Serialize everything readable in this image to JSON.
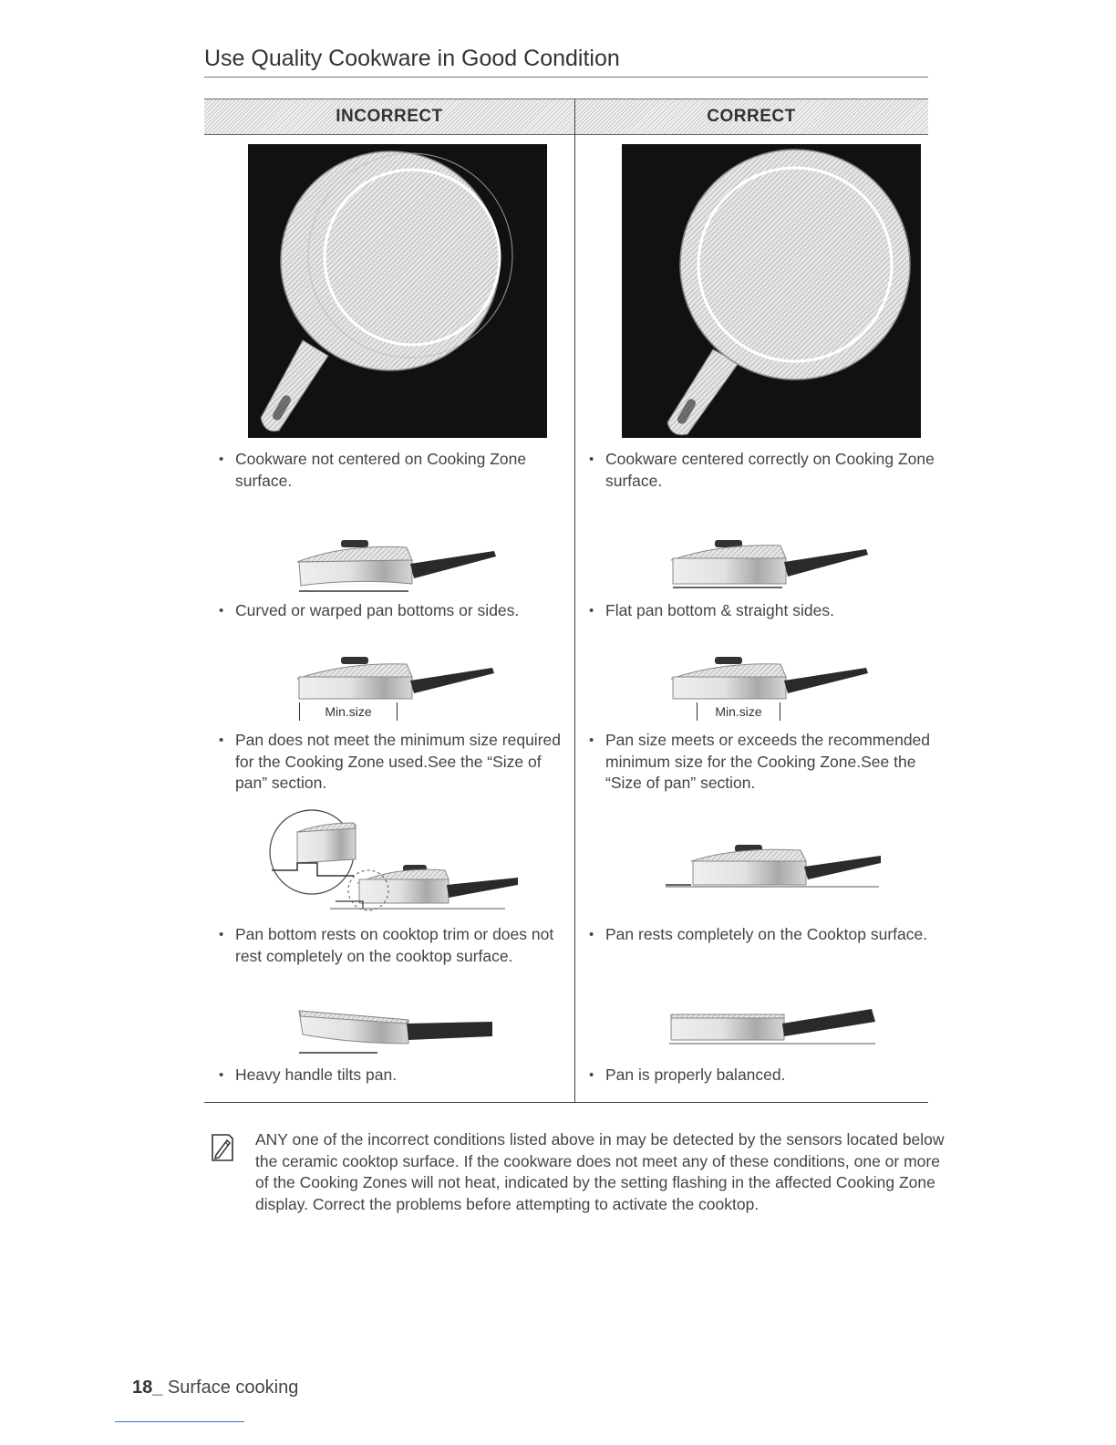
{
  "page": {
    "title": "Use Quality Cookware in Good Condition",
    "page_number": "18_",
    "section": " Surface cooking"
  },
  "columns": {
    "incorrect": "INCORRECT",
    "correct": "CORRECT"
  },
  "incorrect_items": [
    "Cookware not centered on Cooking Zone surface.",
    "Curved or warped pan bottoms or sides.",
    "Pan does not meet the minimum size required for the Cooking Zone used.See the “Size of pan” section.",
    "Pan bottom rests on cooktop trim or does not rest completely on the cooktop surface.",
    "Heavy handle tilts pan."
  ],
  "correct_items": [
    "Cookware centered correctly on Cooking Zone surface.",
    "Flat pan bottom & straight sides.",
    "Pan size meets or exceeds the recommended minimum size for the Cooking Zone.See the “Size of pan” section.",
    "Pan rests completely on the Cooktop surface.",
    "Pan is properly balanced."
  ],
  "labels": {
    "min_size": "Min.size"
  },
  "note": {
    "icon": "note-pencil-icon",
    "text": "ANY one of the incorrect conditions listed above in may be detected by the sensors located below the ceramic cooktop surface. If the cookware does not meet any of these conditions, one or more of the Cooking Zones will not heat, indicated by the setting flashing in the affected Cooking Zone display. Correct the problems before attempting to activate the cooktop."
  },
  "colors": {
    "cooktop": "#111111",
    "pan_hatch": "#bfbfbf",
    "footer_rule": "#3a6fd8"
  }
}
